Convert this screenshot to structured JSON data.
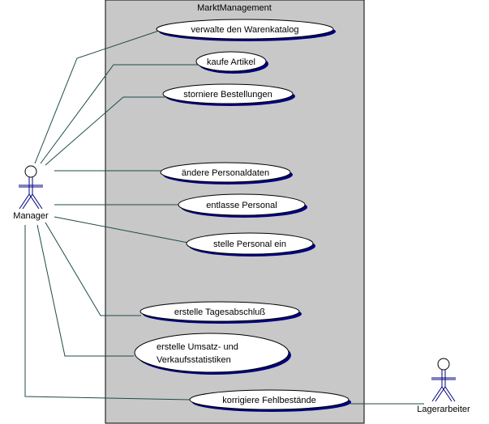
{
  "system": {
    "name": "MarktManagement"
  },
  "actors": {
    "manager": "Manager",
    "lagerarbeiter": "Lagerarbeiter"
  },
  "use_cases": {
    "warenkatalog": "verwalte den Warenkatalog",
    "kaufe_artikel": "kaufe Artikel",
    "storniere": "storniere Bestellungen",
    "personaldaten": "ändere Personaldaten",
    "entlasse": "entlasse Personal",
    "stelle_ein": "stelle Personal ein",
    "tagesabschluss": "erstelle Tagesabschluß",
    "statistiken_line1": "erstelle Umsatz- und",
    "statistiken_line2": "Verkaufsstatistiken",
    "fehlbestaende": "korrigiere Fehlbestände"
  },
  "colors": {
    "system_fill": "#c8c8c8",
    "ellipse_shadow": "#000080",
    "line": "#1e4a4a",
    "outline": "#000000"
  }
}
